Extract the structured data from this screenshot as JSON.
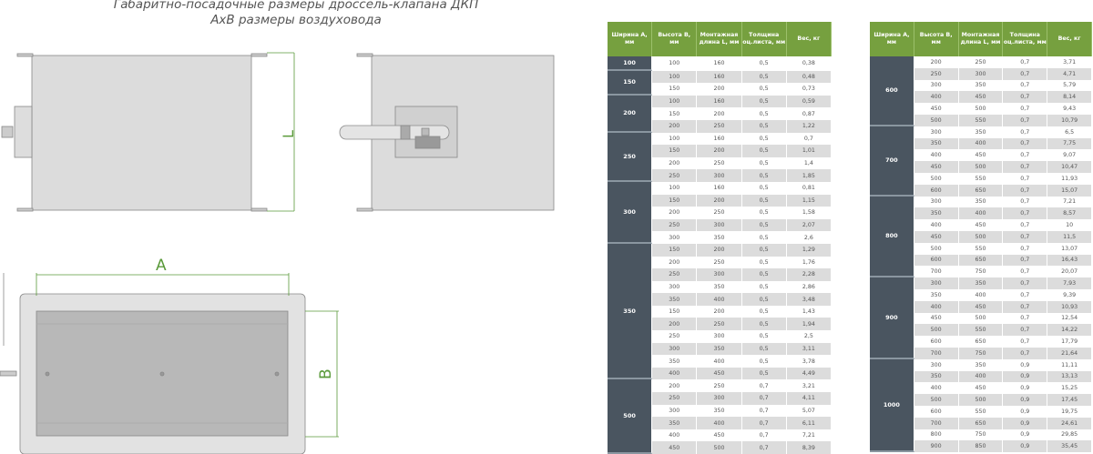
{
  "title": {
    "line1": "Габаритно-посадочные размеры дроссель-клапана ДКП",
    "line2": "АхВ размеры воздуховода"
  },
  "drawing": {
    "label_l": "L",
    "label_a": "A",
    "label_b": "B"
  },
  "colors": {
    "header": "#76a03f",
    "group": "#4a5560",
    "dimension": "#5a9a3a"
  },
  "columns": [
    "Ширина А, мм",
    "Высота В, мм",
    "Монтажная длина L, мм",
    "Толщина оц.листа, мм",
    "Вес, кг"
  ],
  "table1": [
    {
      "a": "100",
      "rows": [
        [
          "100",
          "160",
          "0,5",
          "0,38"
        ]
      ]
    },
    {
      "a": "150",
      "rows": [
        [
          "100",
          "160",
          "0,5",
          "0,48"
        ],
        [
          "150",
          "200",
          "0,5",
          "0,73"
        ]
      ]
    },
    {
      "a": "200",
      "rows": [
        [
          "100",
          "160",
          "0,5",
          "0,59"
        ],
        [
          "150",
          "200",
          "0,5",
          "0,87"
        ],
        [
          "200",
          "250",
          "0,5",
          "1,22"
        ]
      ]
    },
    {
      "a": "250",
      "rows": [
        [
          "100",
          "160",
          "0,5",
          "0,7"
        ],
        [
          "150",
          "200",
          "0,5",
          "1,01"
        ],
        [
          "200",
          "250",
          "0,5",
          "1,4"
        ],
        [
          "250",
          "300",
          "0,5",
          "1,85"
        ]
      ]
    },
    {
      "a": "300",
      "rows": [
        [
          "100",
          "160",
          "0,5",
          "0,81"
        ],
        [
          "150",
          "200",
          "0,5",
          "1,15"
        ],
        [
          "200",
          "250",
          "0,5",
          "1,58"
        ],
        [
          "250",
          "300",
          "0,5",
          "2,07"
        ],
        [
          "300",
          "350",
          "0,5",
          "2,6"
        ]
      ]
    },
    {
      "a": "350",
      "rows": [
        [
          "150",
          "200",
          "0,5",
          "1,29"
        ],
        [
          "200",
          "250",
          "0,5",
          "1,76"
        ],
        [
          "250",
          "300",
          "0,5",
          "2,28"
        ],
        [
          "300",
          "350",
          "0,5",
          "2,86"
        ],
        [
          "350",
          "400",
          "0,5",
          "3,48"
        ],
        [
          "150",
          "200",
          "0,5",
          "1,43"
        ],
        [
          "200",
          "250",
          "0,5",
          "1,94"
        ],
        [
          "250",
          "300",
          "0,5",
          "2,5"
        ],
        [
          "300",
          "350",
          "0,5",
          "3,11"
        ],
        [
          "350",
          "400",
          "0,5",
          "3,78"
        ],
        [
          "400",
          "450",
          "0,5",
          "4,49"
        ]
      ]
    },
    {
      "a": "500",
      "rows": [
        [
          "200",
          "250",
          "0,7",
          "3,21"
        ],
        [
          "250",
          "300",
          "0,7",
          "4,11"
        ],
        [
          "300",
          "350",
          "0,7",
          "5,07"
        ],
        [
          "350",
          "400",
          "0,7",
          "6,11"
        ],
        [
          "400",
          "450",
          "0,7",
          "7,21"
        ],
        [
          "450",
          "500",
          "0,7",
          "8,39"
        ]
      ]
    }
  ],
  "table2": [
    {
      "a": "600",
      "rows": [
        [
          "200",
          "250",
          "0,7",
          "3,71"
        ],
        [
          "250",
          "300",
          "0,7",
          "4,71"
        ],
        [
          "300",
          "350",
          "0,7",
          "5,79"
        ],
        [
          "400",
          "450",
          "0,7",
          "8,14"
        ],
        [
          "450",
          "500",
          "0,7",
          "9,43"
        ],
        [
          "500",
          "550",
          "0,7",
          "10,79"
        ]
      ]
    },
    {
      "a": "700",
      "rows": [
        [
          "300",
          "350",
          "0,7",
          "6,5"
        ],
        [
          "350",
          "400",
          "0,7",
          "7,75"
        ],
        [
          "400",
          "450",
          "0,7",
          "9,07"
        ],
        [
          "450",
          "500",
          "0,7",
          "10,47"
        ],
        [
          "500",
          "550",
          "0,7",
          "11,93"
        ],
        [
          "600",
          "650",
          "0,7",
          "15,07"
        ]
      ]
    },
    {
      "a": "800",
      "rows": [
        [
          "300",
          "350",
          "0,7",
          "7,21"
        ],
        [
          "350",
          "400",
          "0,7",
          "8,57"
        ],
        [
          "400",
          "450",
          "0,7",
          "10"
        ],
        [
          "450",
          "500",
          "0,7",
          "11,5"
        ],
        [
          "500",
          "550",
          "0,7",
          "13,07"
        ],
        [
          "600",
          "650",
          "0,7",
          "16,43"
        ],
        [
          "700",
          "750",
          "0,7",
          "20,07"
        ]
      ]
    },
    {
      "a": "900",
      "rows": [
        [
          "300",
          "350",
          "0,7",
          "7,93"
        ],
        [
          "350",
          "400",
          "0,7",
          "9,39"
        ],
        [
          "400",
          "450",
          "0,7",
          "10,93"
        ],
        [
          "450",
          "500",
          "0,7",
          "12,54"
        ],
        [
          "500",
          "550",
          "0,7",
          "14,22"
        ],
        [
          "600",
          "650",
          "0,7",
          "17,79"
        ],
        [
          "700",
          "750",
          "0,7",
          "21,64"
        ]
      ]
    },
    {
      "a": "1000",
      "rows": [
        [
          "300",
          "350",
          "0,9",
          "11,11"
        ],
        [
          "350",
          "400",
          "0,9",
          "13,13"
        ],
        [
          "400",
          "450",
          "0,9",
          "15,25"
        ],
        [
          "500",
          "500",
          "0,9",
          "17,45"
        ],
        [
          "600",
          "550",
          "0,9",
          "19,75"
        ],
        [
          "700",
          "650",
          "0,9",
          "24,61"
        ],
        [
          "800",
          "750",
          "0,9",
          "29,85"
        ],
        [
          "900",
          "850",
          "0,9",
          "35,45"
        ]
      ]
    }
  ]
}
